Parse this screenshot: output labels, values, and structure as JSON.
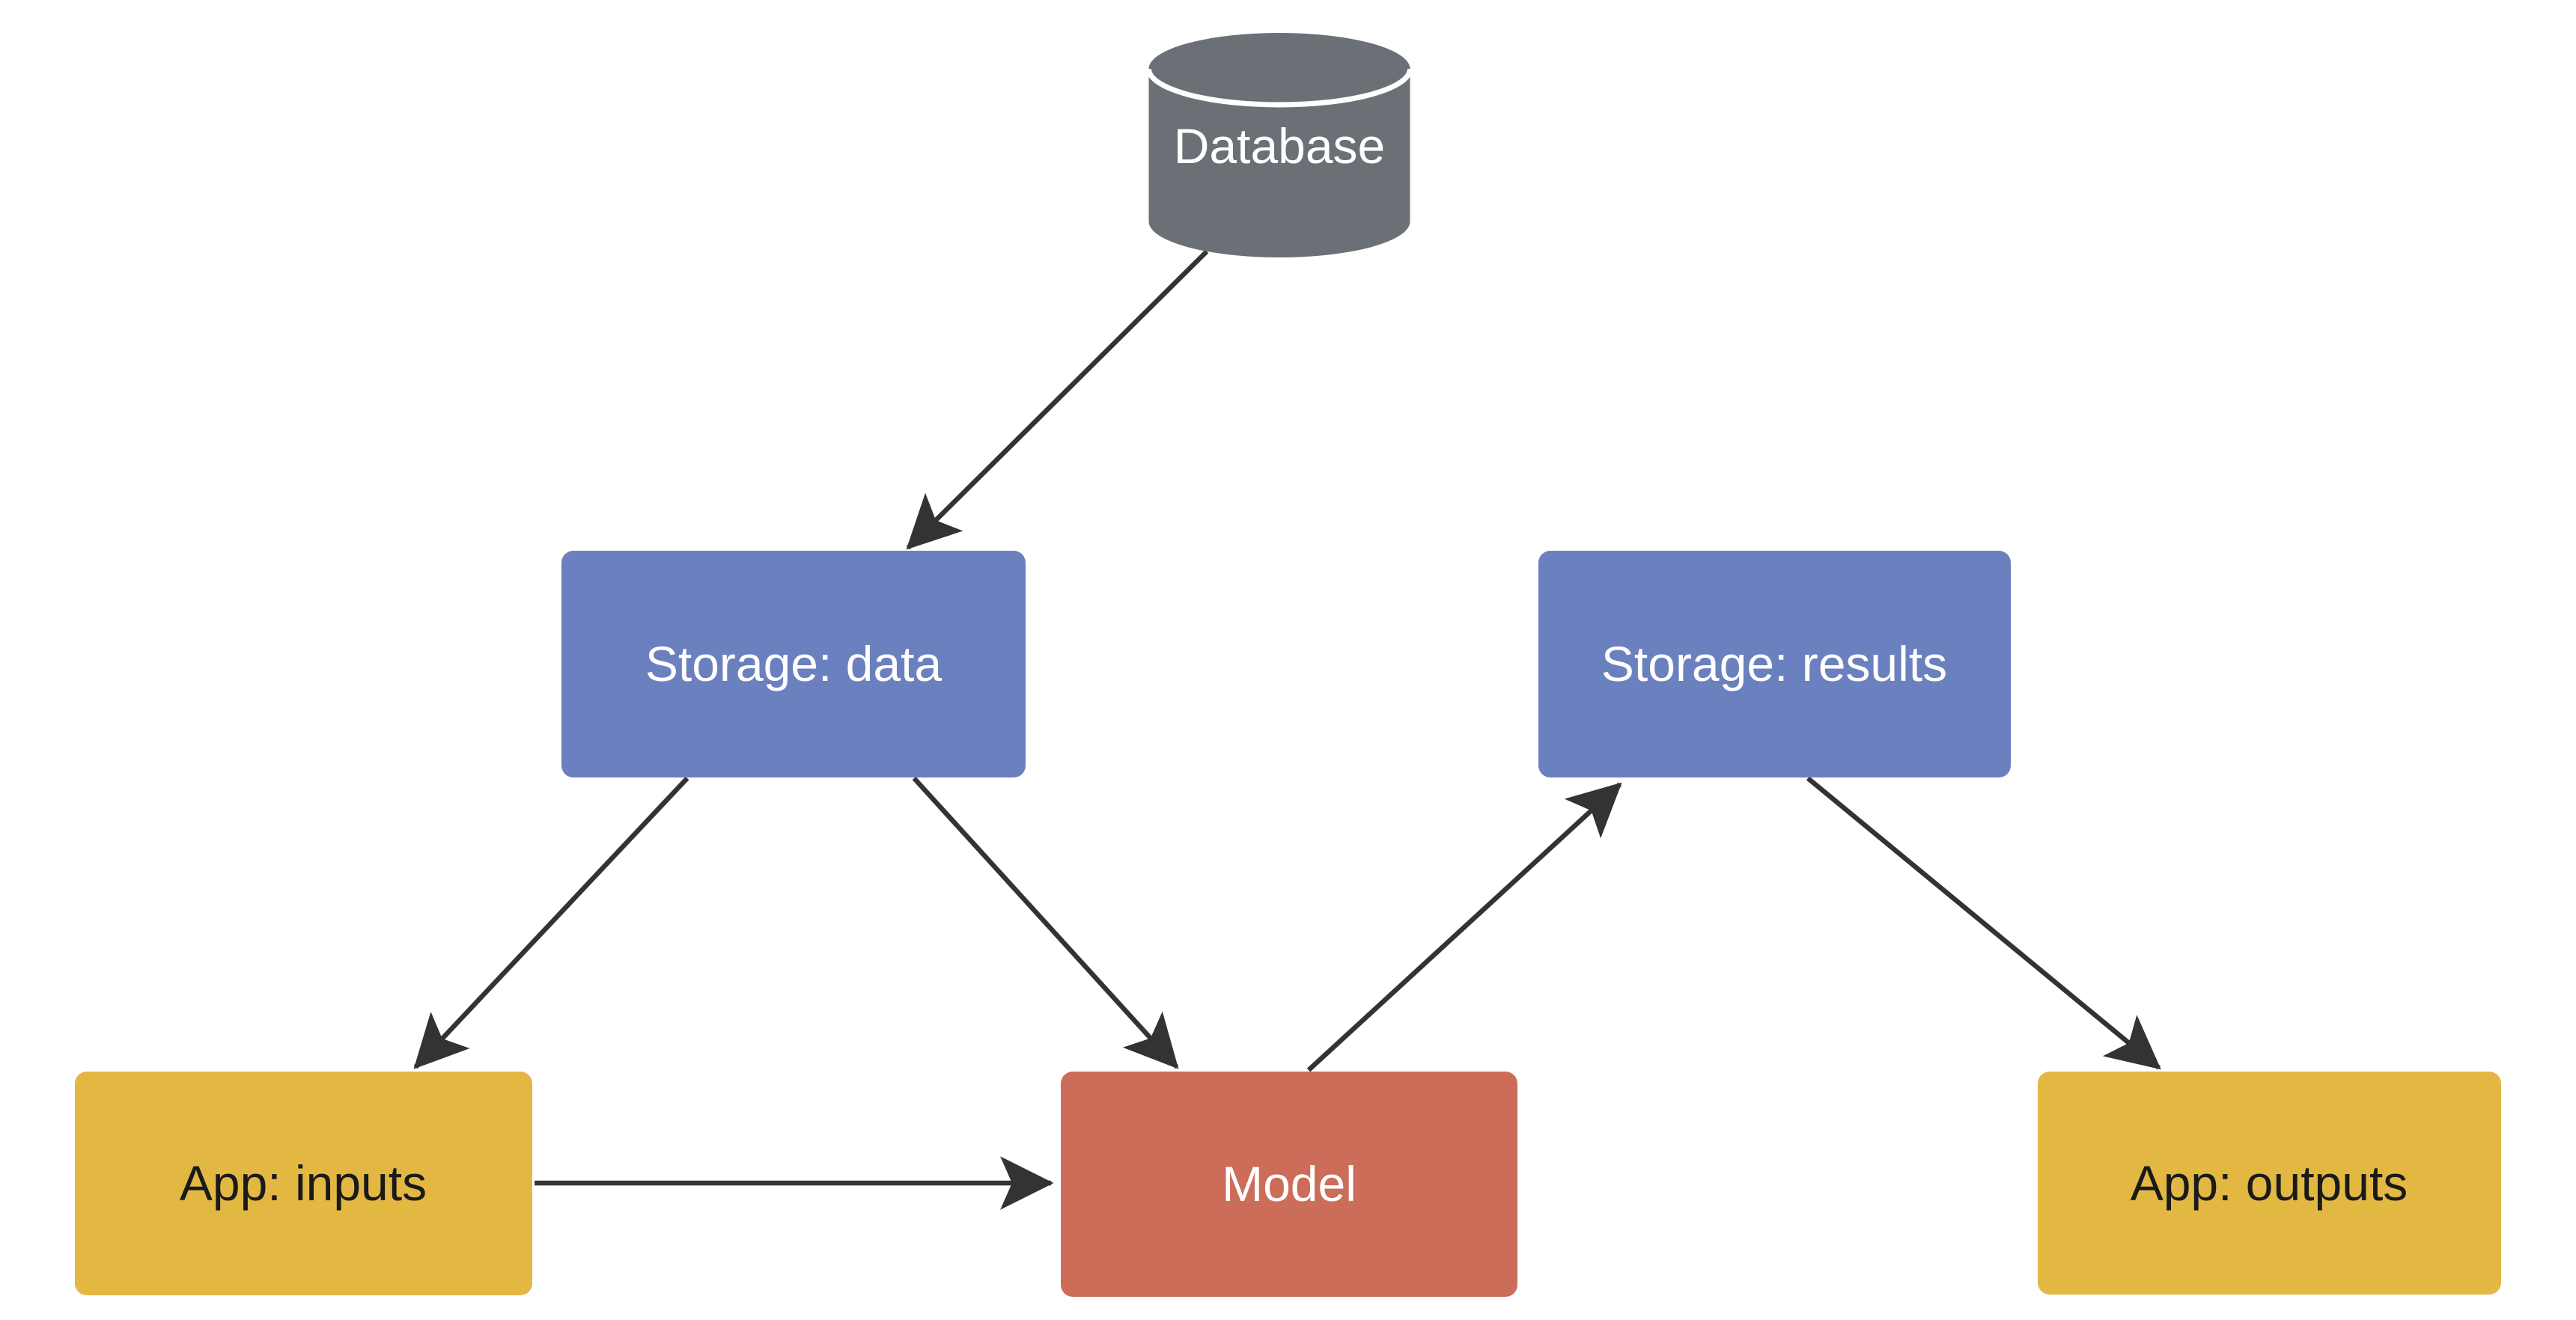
{
  "diagram": {
    "type": "flowchart",
    "background": "#ffffff",
    "edge_color": "#333333",
    "cylinder_stroke": "#ffffff",
    "nodes": {
      "database": {
        "label": "Database",
        "shape": "cylinder",
        "fill": "#6b7076",
        "text_color": "#ffffff"
      },
      "storage_data": {
        "label": "Storage: data",
        "shape": "rounded-rect",
        "fill": "#6b80be",
        "text_color": "#ffffff"
      },
      "storage_results": {
        "label": "Storage: results",
        "shape": "rounded-rect",
        "fill": "#6b80be",
        "text_color": "#ffffff"
      },
      "app_inputs": {
        "label": "App: inputs",
        "shape": "rounded-rect",
        "fill": "#e2b843",
        "text_color": "#1a1a1a"
      },
      "model": {
        "label": "Model",
        "shape": "rounded-rect",
        "fill": "#cc6d59",
        "text_color": "#ffffff"
      },
      "app_outputs": {
        "label": "App: outputs",
        "shape": "rounded-rect",
        "fill": "#e2b843",
        "text_color": "#1a1a1a"
      }
    },
    "edges": [
      {
        "from": "database",
        "to": "storage_data"
      },
      {
        "from": "storage_data",
        "to": "app_inputs"
      },
      {
        "from": "storage_data",
        "to": "model"
      },
      {
        "from": "app_inputs",
        "to": "model"
      },
      {
        "from": "model",
        "to": "storage_results"
      },
      {
        "from": "storage_results",
        "to": "app_outputs"
      }
    ]
  }
}
